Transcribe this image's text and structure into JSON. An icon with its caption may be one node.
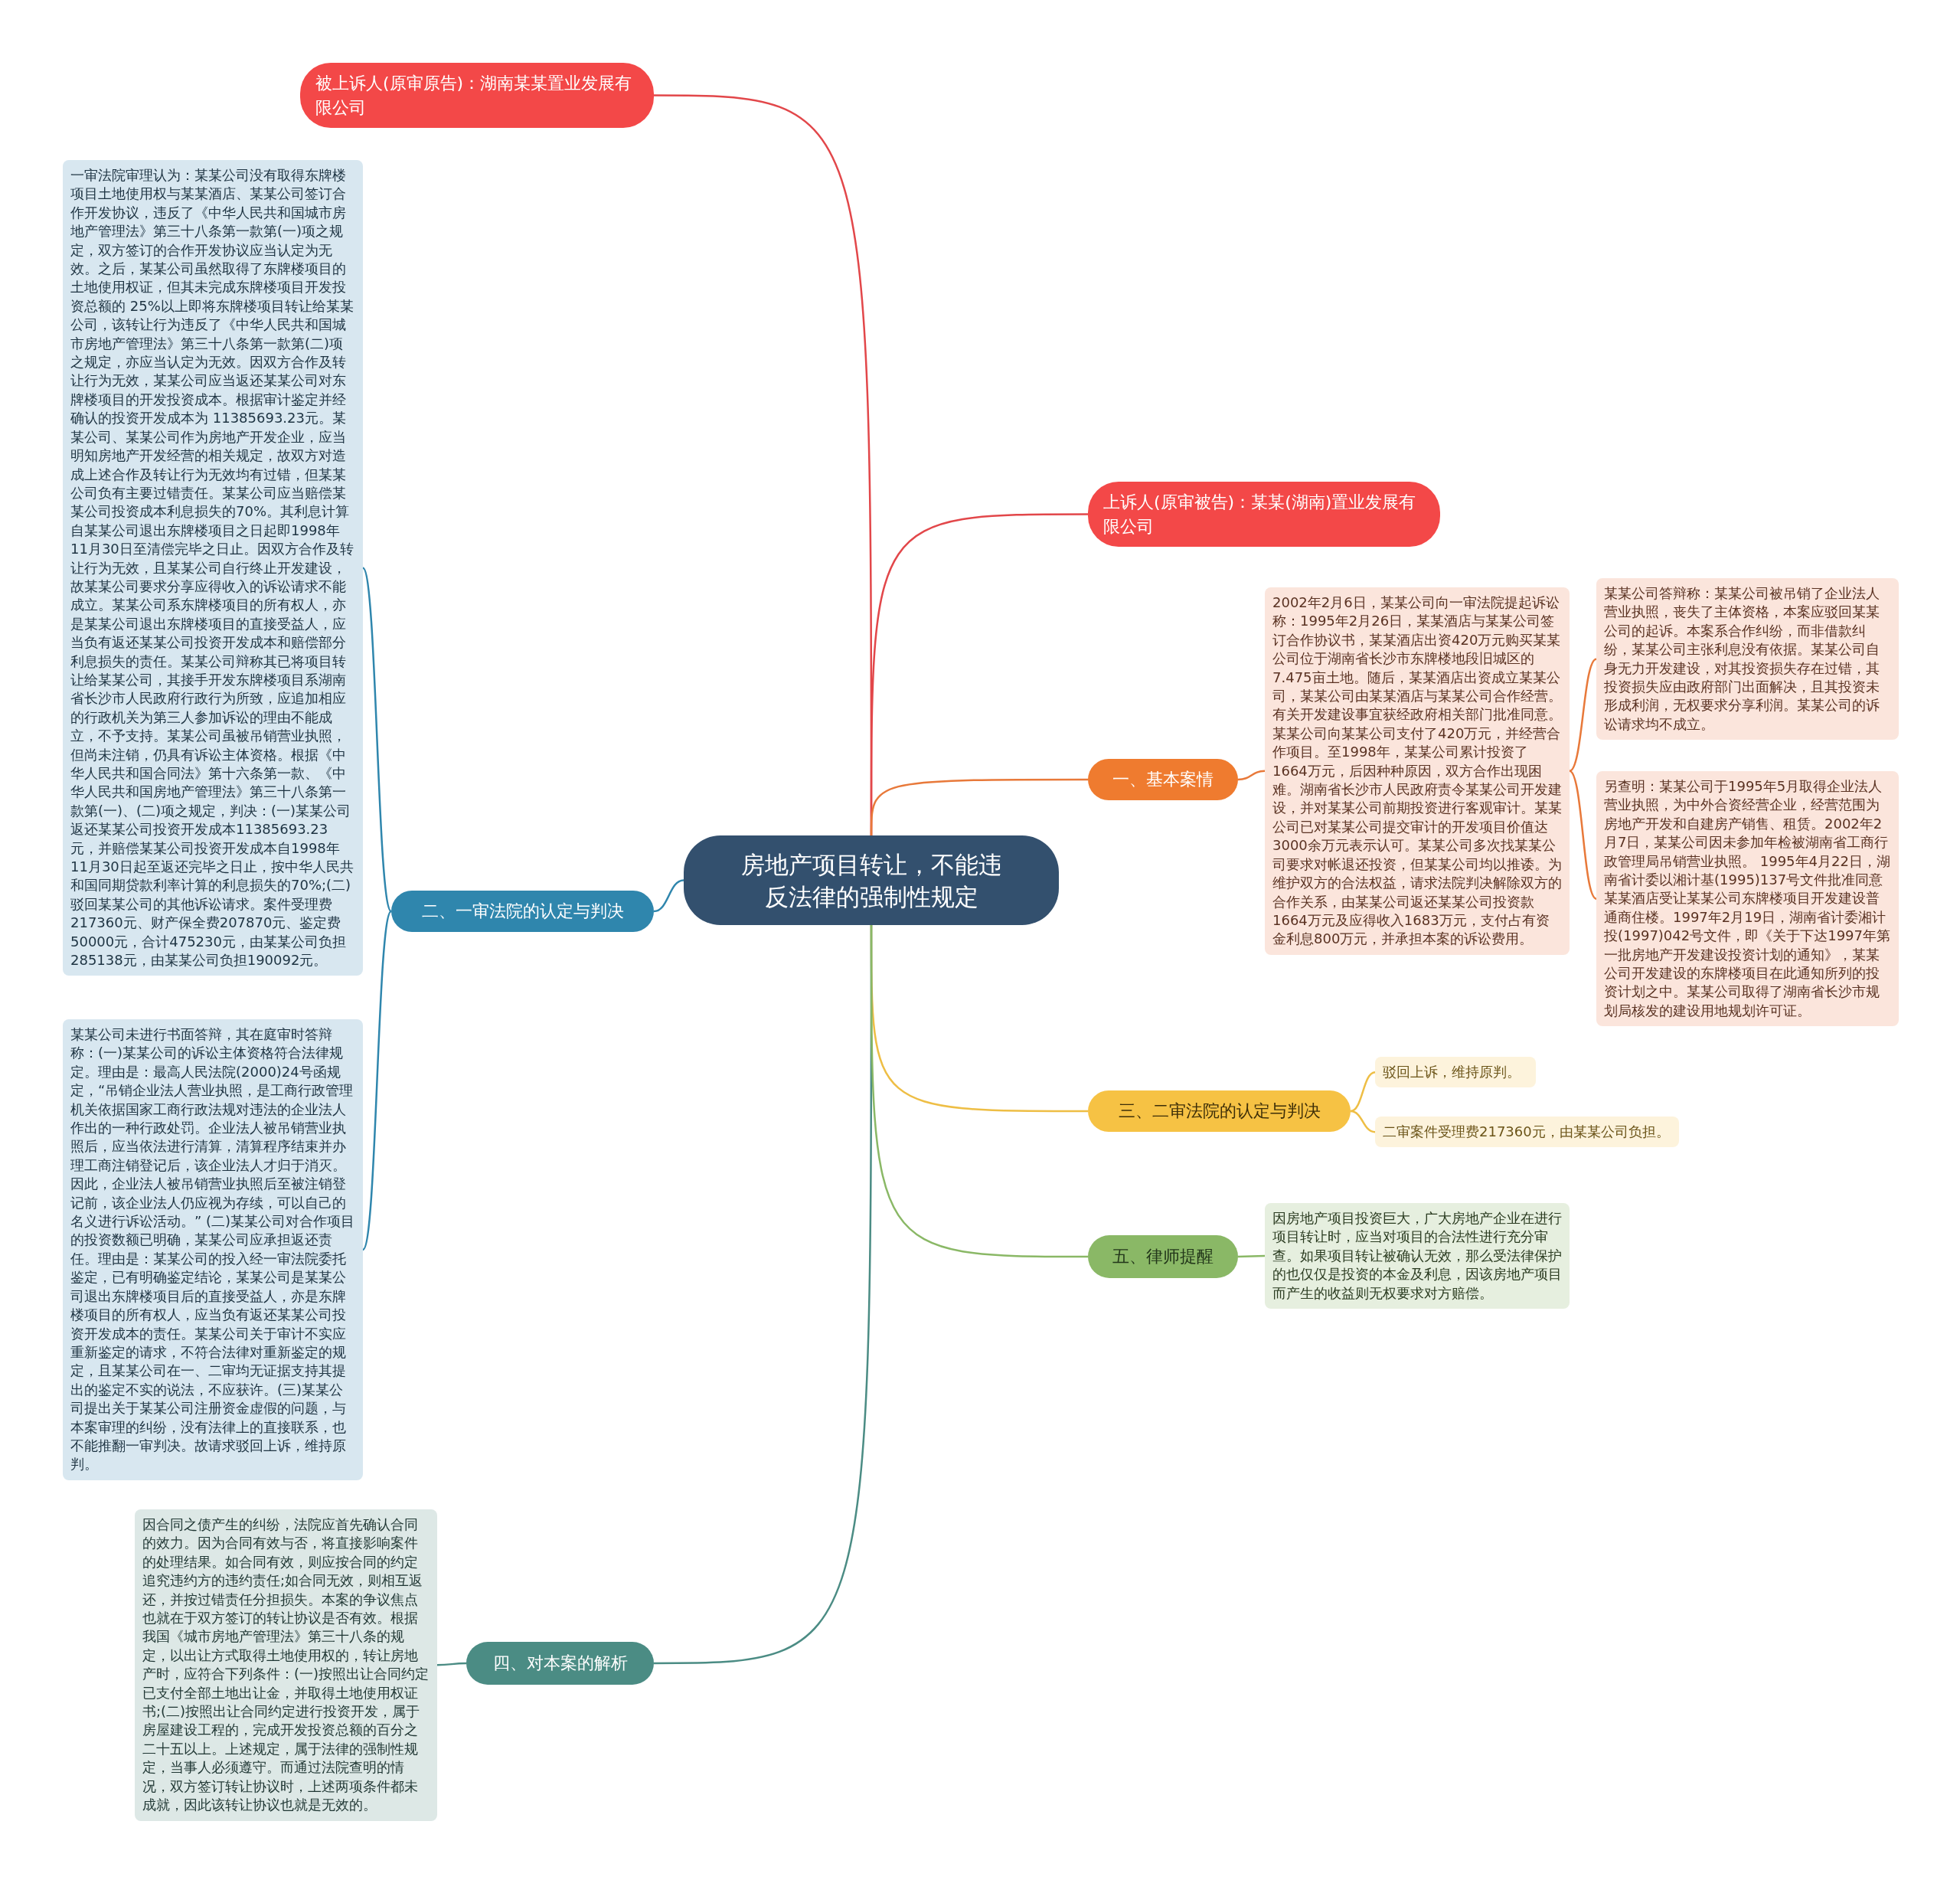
{
  "diagram": {
    "nodes": [
      {
        "text": [
          "房地产项目转让，不能违反法律的强制性规定"
        ]
      },
      {
        "text": [
          "被上诉人(原审原告)：湖南某某置业发展有限公司"
        ]
      },
      {
        "text": [
          "上诉人(原审被告)：某某(湖南)置业发展有限公司"
        ]
      },
      {
        "text": [
          "一、基本案情"
        ]
      },
      {
        "text": [
          "2002年2月6日，某某公司向一审法院提起诉讼称：1995年2月26日，某某酒店与某某公司签订合作协议书，某某酒店出资420万元购买某某公司位于湖南省长沙市东牌楼地段旧城区的7.475亩土地。随后，某某酒店出资成立某某公司，某某公司由某某酒店与某某公司合作经营。有关开发建设事宜获经政府相关部门批准同意。某某公司向某某公司支付了420万元，并经营合作项目。至1998年，某某公司累计投资了1664万元，后因种种原因，双方合作出现困难。湖南省长沙市人民政府责令某某公司开发建设，并对某某公司前期投资进行客观审计。某某公司已对某某公司提交审计的开发项目价值达3000余万元表示认可。某某公司多次找某某公司要求对帐退还投资，但某某公司均以推诿。为维护双方的合法权益，请求法院判决解除双方的合作关系，由某某公司返还某某公司投资款1664万元及应得收入1683万元，支付占有资金利息800万元，并承担本案的诉讼费用。"
        ]
      },
      {
        "text": [
          "某某公司答辩称：某某公司被吊销了企业法人营业执照，丧失了主体资格，本案应驳回某某公司的起诉。本案系合作纠纷，而非借款纠纷，某某公司主张利息没有依据。某某公司自身无力开发建设，对其投资损失存在过错，其投资损失应由政府部门出面解决，且其投资未形成利润，无权要求分享利润。某某公司的诉讼请求均不成立。"
        ]
      },
      {
        "text": [
          "另查明：某某公司于1995年5月取得企业法人营业执照，为中外合资经营企业，经营范围为房地产开发和自建房产销售、租赁。2002年2月7日，某某公司因未参加年检被湖南省工商行政管理局吊销营业执照。 1995年4月22日，湖南省计委以湘计基(1995)137号文件批准同意某某酒店受让某某公司东牌楼项目开发建设普通商住楼。1997年2月19日，湖南省计委湘计投(1997)042号文件，即《关于下达1997年第一批房地产开发建设投资计划的通知》，某某公司开发建设的东牌楼项目在此通知所列的投资计划之中。某某公司取得了湖南省长沙市规划局核发的建设用地规划许可证。"
        ]
      },
      {
        "text": [
          "二、一审法院的认定与判决"
        ]
      },
      {
        "text": [
          "一审法院审理认为：某某公司没有取得东牌楼项目土地使用权与某某酒店、某某公司签订合作开发协议，违反了《中华人民共和国城市房地产管理法》第三十八条第一款第(一)项之规定，双方签订的合作开发协议应当认定为无效。之后，某某公司虽然取得了东牌楼项目的土地使用权证，但其未完成东牌楼项目开发投资总额的 25%以上即将东牌楼项目转让给某某公司，该转让行为违反了《中华人民共和国城市房地产管理法》第三十八条第一款第(二)项之规定，亦应当认定为无效。因双方合作及转让行为无效，某某公司应当返还某某公司对东牌楼项目的开发投资成本。根据审计鉴定并经确认的投资开发成本为 11385693.23元。某某公司、某某公司作为房地产开发企业，应当明知房地产开发经营的相关规定，故双方对造成上述合作及转让行为无效均有过错，但某某公司负有主要过错责任。某某公司应当赔偿某某公司投资成本利息损失的70%。其利息计算自某某公司退出东牌楼项目之日起即1998年11月30日至清偿完毕之日止。因双方合作及转让行为无效，且某某公司自行终止开发建设，故某某公司要求分享应得收入的诉讼请求不能成立。某某公司系东牌楼项目的所有权人，亦是某某公司退出东牌楼项目的直接受益人，应当负有返还某某公司投资开发成本和赔偿部分利息损失的责任。某某公司辩称其已将项目转让给某某公司，其接手开发东牌楼项目系湖南省长沙市人民政府行政行为所致，应追加相应的行政机关为第三人参加诉讼的理由不能成立，不予支持。某某公司虽被吊销营业执照，但尚未注销，仍具有诉讼主体资格。根据《中华人民共和国合同法》第十六条第一款、《中华人民共和国房地产管理法》第三十八条第一款第(一)、(二)项之规定，判决：(一)某某公司返还某某公司投资开发成本11385693.23元，并赔偿某某公司投资开发成本自1998年11月30日起至返还完毕之日止，按中华人民共和国同期贷款利率计算的利息损失的70%;(二)驳回某某公司的其他诉讼请求。案件受理费217360元、财产保全费207870元、鉴定费 50000元，合计475230元，由某某公司负担285138元，由某某公司负担190092元。"
        ]
      },
      {
        "text": [
          "某某公司未进行书面答辩，其在庭审时答辩称：(一)某某公司的诉讼主体资格符合法律规定。理由是：最高人民法院(2000)24号函规定，“吊销企业法人营业执照，是工商行政管理机关依据国家工商行政法规对违法的企业法人作出的一种行政处罚。企业法人被吊销营业执照后，应当依法进行清算，清算程序结束并办理工商注销登记后，该企业法人才归于消灭。因此，企业法人被吊销营业执照后至被注销登记前，该企业法人仍应视为存续，可以自己的名义进行诉讼活动。” (二)某某公司对合作项目的投资数额已明确，某某公司应承担返还责任。理由是：某某公司的投入经一审法院委托鉴定，已有明确鉴定结论，某某公司是某某公司退出东牌楼项目后的直接受益人，亦是东牌楼项目的所有权人，应当负有返还某某公司投资开发成本的责任。某某公司关于审计不实应重新鉴定的请求，不符合法律对重新鉴定的规定，且某某公司在一、二审均无证据支持其提出的鉴定不实的说法，不应获许。(三)某某公司提出关于某某公司注册资金虚假的问题，与本案审理的纠纷，没有法律上的直接联系，也不能推翻一审判决。故请求驳回上诉，维持原判。"
        ]
      },
      {
        "text": [
          "三、二审法院的认定与判决"
        ]
      },
      {
        "text": [
          "驳回上诉，维持原判。"
        ]
      },
      {
        "text": [
          "二审案件受理费217360元，由某某公司负担。"
        ]
      },
      {
        "text": [
          "四、对本案的解析"
        ]
      },
      {
        "text": [
          "因合同之债产生的纠纷，法院应首先确认合同的效力。因为合同有效与否，将直接影响案件的处理结果。如合同有效，则应按合同的约定追究违约方的违约责任;如合同无效，则相互返还，并按过错责任分担损失。本案的争议焦点也就在于双方签订的转让协议是否有效。根据我国《城市房地产管理法》第三十八条的规定，以出让方式取得土地使用权的，转让房地产时，应符合下列条件：(一)按照出让合同约定已支付全部土地出让金，并取得土地使用权证书;(二)按照出让合同约定进行投资开发，属于房屋建设工程的，完成开发投资总额的百分之二十五以上。上述规定，属于法律的强制性规定，当事人必须遵守。而通过法院查明的情况，双方签订转让协议时，上述两项条件都未成就，因此该转让协议也就是无效的。"
        ]
      },
      {
        "text": [
          "五、律师提醒"
        ]
      },
      {
        "text": [
          "因房地产项目投资巨大，广大房地产企业在进行项目转让时，应当对项目的合法性进行充分审查。如果项目转让被确认无效，那么受法律保护的也仅仅是投资的本金及利息，因该房地产项目而产生的收益则无权要求对方赔偿。"
        ]
      }
    ],
    "edges": [
      {
        "from": 0,
        "to": 1,
        "arrow": "none",
        "color": "#e2474a"
      },
      {
        "from": 0,
        "to": 2,
        "arrow": "none",
        "color": "#e2474a"
      },
      {
        "from": 0,
        "to": 3,
        "arrow": "none",
        "color": "#e8793a"
      },
      {
        "from": 3,
        "to": 4,
        "arrow": "none",
        "color": "#e8793a"
      },
      {
        "from": 4,
        "to": 5,
        "arrow": "none",
        "color": "#e8793a"
      },
      {
        "from": 4,
        "to": 6,
        "arrow": "none",
        "color": "#e8793a"
      },
      {
        "from": 0,
        "to": 7,
        "arrow": "none",
        "color": "#2f86ad"
      },
      {
        "from": 7,
        "to": 8,
        "arrow": "none",
        "color": "#2f86ad"
      },
      {
        "from": 7,
        "to": 9,
        "arrow": "none",
        "color": "#2f86ad"
      },
      {
        "from": 0,
        "to": 10,
        "arrow": "none",
        "color": "#eebe45"
      },
      {
        "from": 10,
        "to": 11,
        "arrow": "none",
        "color": "#eebe45"
      },
      {
        "from": 10,
        "to": 12,
        "arrow": "none",
        "color": "#eebe45"
      },
      {
        "from": 0,
        "to": 13,
        "arrow": "none",
        "color": "#4b8c84"
      },
      {
        "from": 13,
        "to": 14,
        "arrow": "none",
        "color": "#4b8c84"
      },
      {
        "from": 0,
        "to": 15,
        "arrow": "none",
        "color": "#8ab866"
      },
      {
        "from": 15,
        "to": 16,
        "arrow": "none",
        "color": "#8ab866"
      }
    ]
  }
}
